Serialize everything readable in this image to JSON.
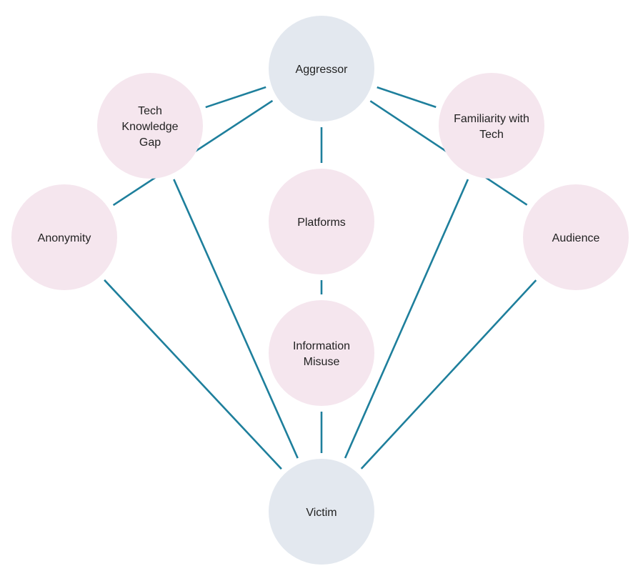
{
  "diagram": {
    "type": "network",
    "colors": {
      "edge": "#1e7f9c",
      "endpoint_fill": "#e3e8ef",
      "factor_fill": "#f5e6ee",
      "text": "#222222"
    },
    "nodes": [
      {
        "id": "aggressor",
        "label": [
          "Aggressor"
        ],
        "kind": "endpoint"
      },
      {
        "id": "tech_gap",
        "label": [
          "Tech",
          "Knowledge",
          "Gap"
        ],
        "kind": "factor"
      },
      {
        "id": "familiarity",
        "label": [
          "Familiarity with",
          "Tech"
        ],
        "kind": "factor"
      },
      {
        "id": "anonymity",
        "label": [
          "Anonymity"
        ],
        "kind": "factor"
      },
      {
        "id": "audience",
        "label": [
          "Audience"
        ],
        "kind": "factor"
      },
      {
        "id": "platforms",
        "label": [
          "Platforms"
        ],
        "kind": "factor"
      },
      {
        "id": "info_misuse",
        "label": [
          "Information",
          "Misuse"
        ],
        "kind": "factor"
      },
      {
        "id": "victim",
        "label": [
          "Victim"
        ],
        "kind": "endpoint"
      }
    ],
    "edges": [
      [
        "aggressor",
        "tech_gap"
      ],
      [
        "aggressor",
        "familiarity"
      ],
      [
        "aggressor",
        "anonymity"
      ],
      [
        "aggressor",
        "audience"
      ],
      [
        "aggressor",
        "platforms"
      ],
      [
        "platforms",
        "info_misuse"
      ],
      [
        "info_misuse",
        "victim"
      ],
      [
        "anonymity",
        "victim"
      ],
      [
        "tech_gap",
        "victim"
      ],
      [
        "familiarity",
        "victim"
      ],
      [
        "audience",
        "victim"
      ]
    ]
  }
}
